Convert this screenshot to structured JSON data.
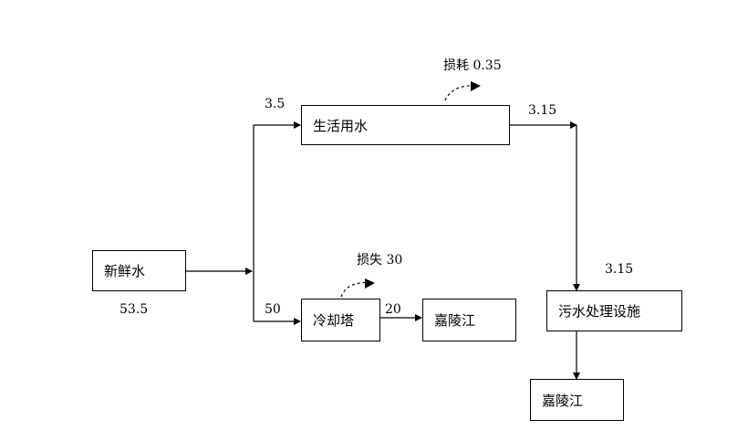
{
  "nodes": {
    "fresh_water": "新鲜水",
    "domestic_water": "生活用水",
    "cooling_tower": "冷却塔",
    "river_1": "嘉陵江",
    "sewage_facility": "污水处理设施",
    "river_2": "嘉陵江"
  },
  "flows": {
    "fresh_total": "53.5",
    "to_domestic": "3.5",
    "to_cooling": "50",
    "domestic_out": "3.15",
    "to_sewage": "3.15",
    "cooling_out": "20",
    "domestic_loss": "损耗 0.35",
    "cooling_loss": "损失 30"
  }
}
